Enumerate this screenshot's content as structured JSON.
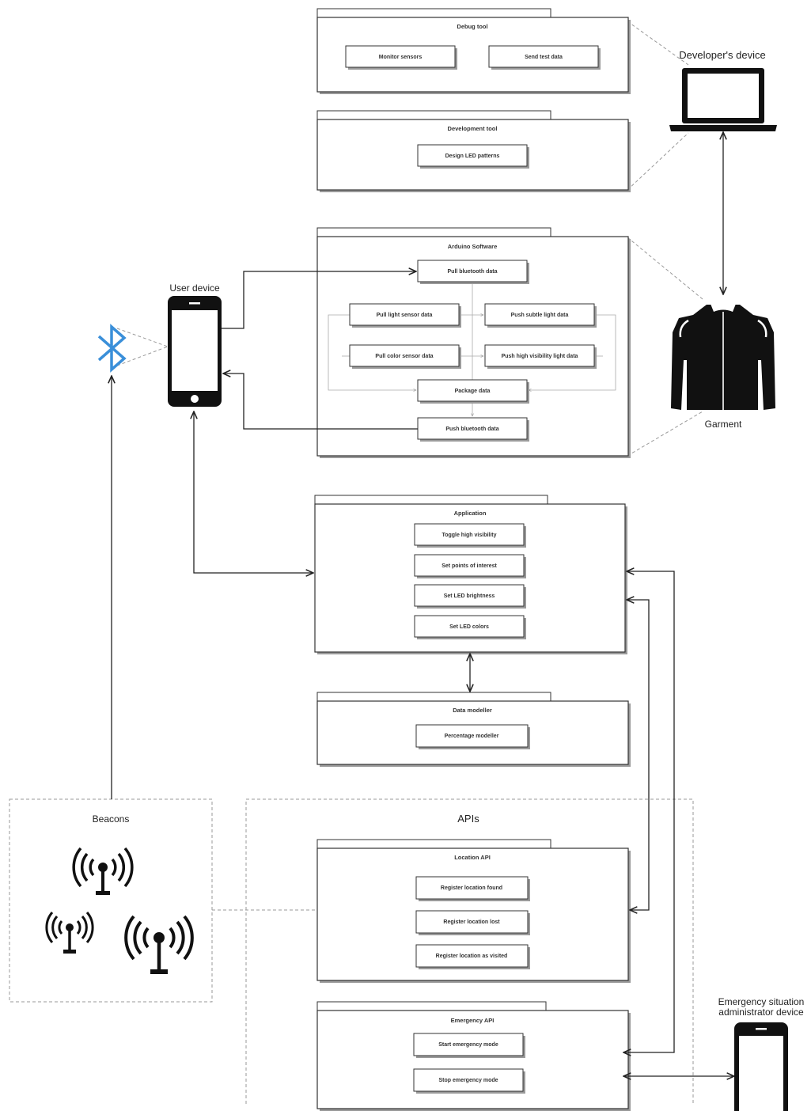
{
  "actors": {
    "developer_device": "Developer's device",
    "user_device": "User device",
    "garment": "Garment",
    "emergency_admin_device": [
      "Emergency situation",
      "administrator device"
    ]
  },
  "groups": {
    "beacons": "Beacons",
    "apis": "APIs"
  },
  "packages": {
    "debug_tool": {
      "title": "Debug tool",
      "items": [
        "Monitor sensors",
        "Send test data"
      ]
    },
    "development_tool": {
      "title": "Development tool",
      "items": [
        "Design LED patterns"
      ]
    },
    "arduino_software": {
      "title": "Arduino Software",
      "items": [
        "Pull bluetooth data",
        "Pull light sensor data",
        "Push subtle light data",
        "Pull color sensor data",
        "Push high visibility light data",
        "Package data",
        "Push bluetooth data"
      ]
    },
    "application": {
      "title": "Application",
      "items": [
        "Toggle high visibility",
        "Set points of interest",
        "Set LED brightness",
        "Set LED colors"
      ]
    },
    "data_modeller": {
      "title": "Data modeller",
      "items": [
        "Percentage modeller"
      ]
    },
    "location_api": {
      "title": "Location API",
      "items": [
        "Register location found",
        "Register location lost",
        "Register location as visited"
      ]
    },
    "emergency_api": {
      "title": "Emergency API",
      "items": [
        "Start emergency mode",
        "Stop emergency mode"
      ]
    }
  },
  "icons": [
    "laptop-icon",
    "jacket-icon",
    "smartphone-icon",
    "bluetooth-icon",
    "radio-tower-icon"
  ],
  "colors": {
    "bluetooth": "#3a8fd9",
    "line": "#222222",
    "dash": "#999999"
  }
}
